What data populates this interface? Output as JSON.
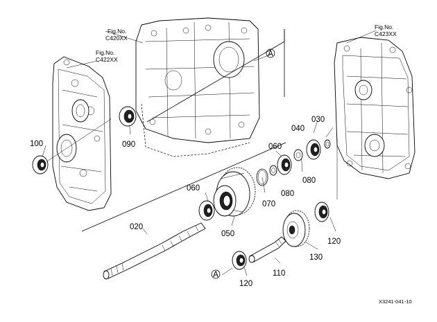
{
  "figures": {
    "c420": [
      "Fig.No.",
      "C420XX"
    ],
    "c422": [
      "Fig.No.",
      "C422XX"
    ],
    "c423": [
      "Fig.No.",
      "C423XX"
    ]
  },
  "parts": {
    "p020": "020",
    "p030": "030",
    "p040": "040",
    "p050": "050",
    "p060a": "060",
    "p060b": "060",
    "p070": "070",
    "p080a": "080",
    "p080b": "080",
    "p090": "090",
    "p100": "100",
    "p110": "110",
    "p120a": "120",
    "p120b": "120",
    "p130": "130"
  },
  "markers": {
    "a_top": "A",
    "a_bottom": "A"
  },
  "drawing_code": "X3241-041-10"
}
